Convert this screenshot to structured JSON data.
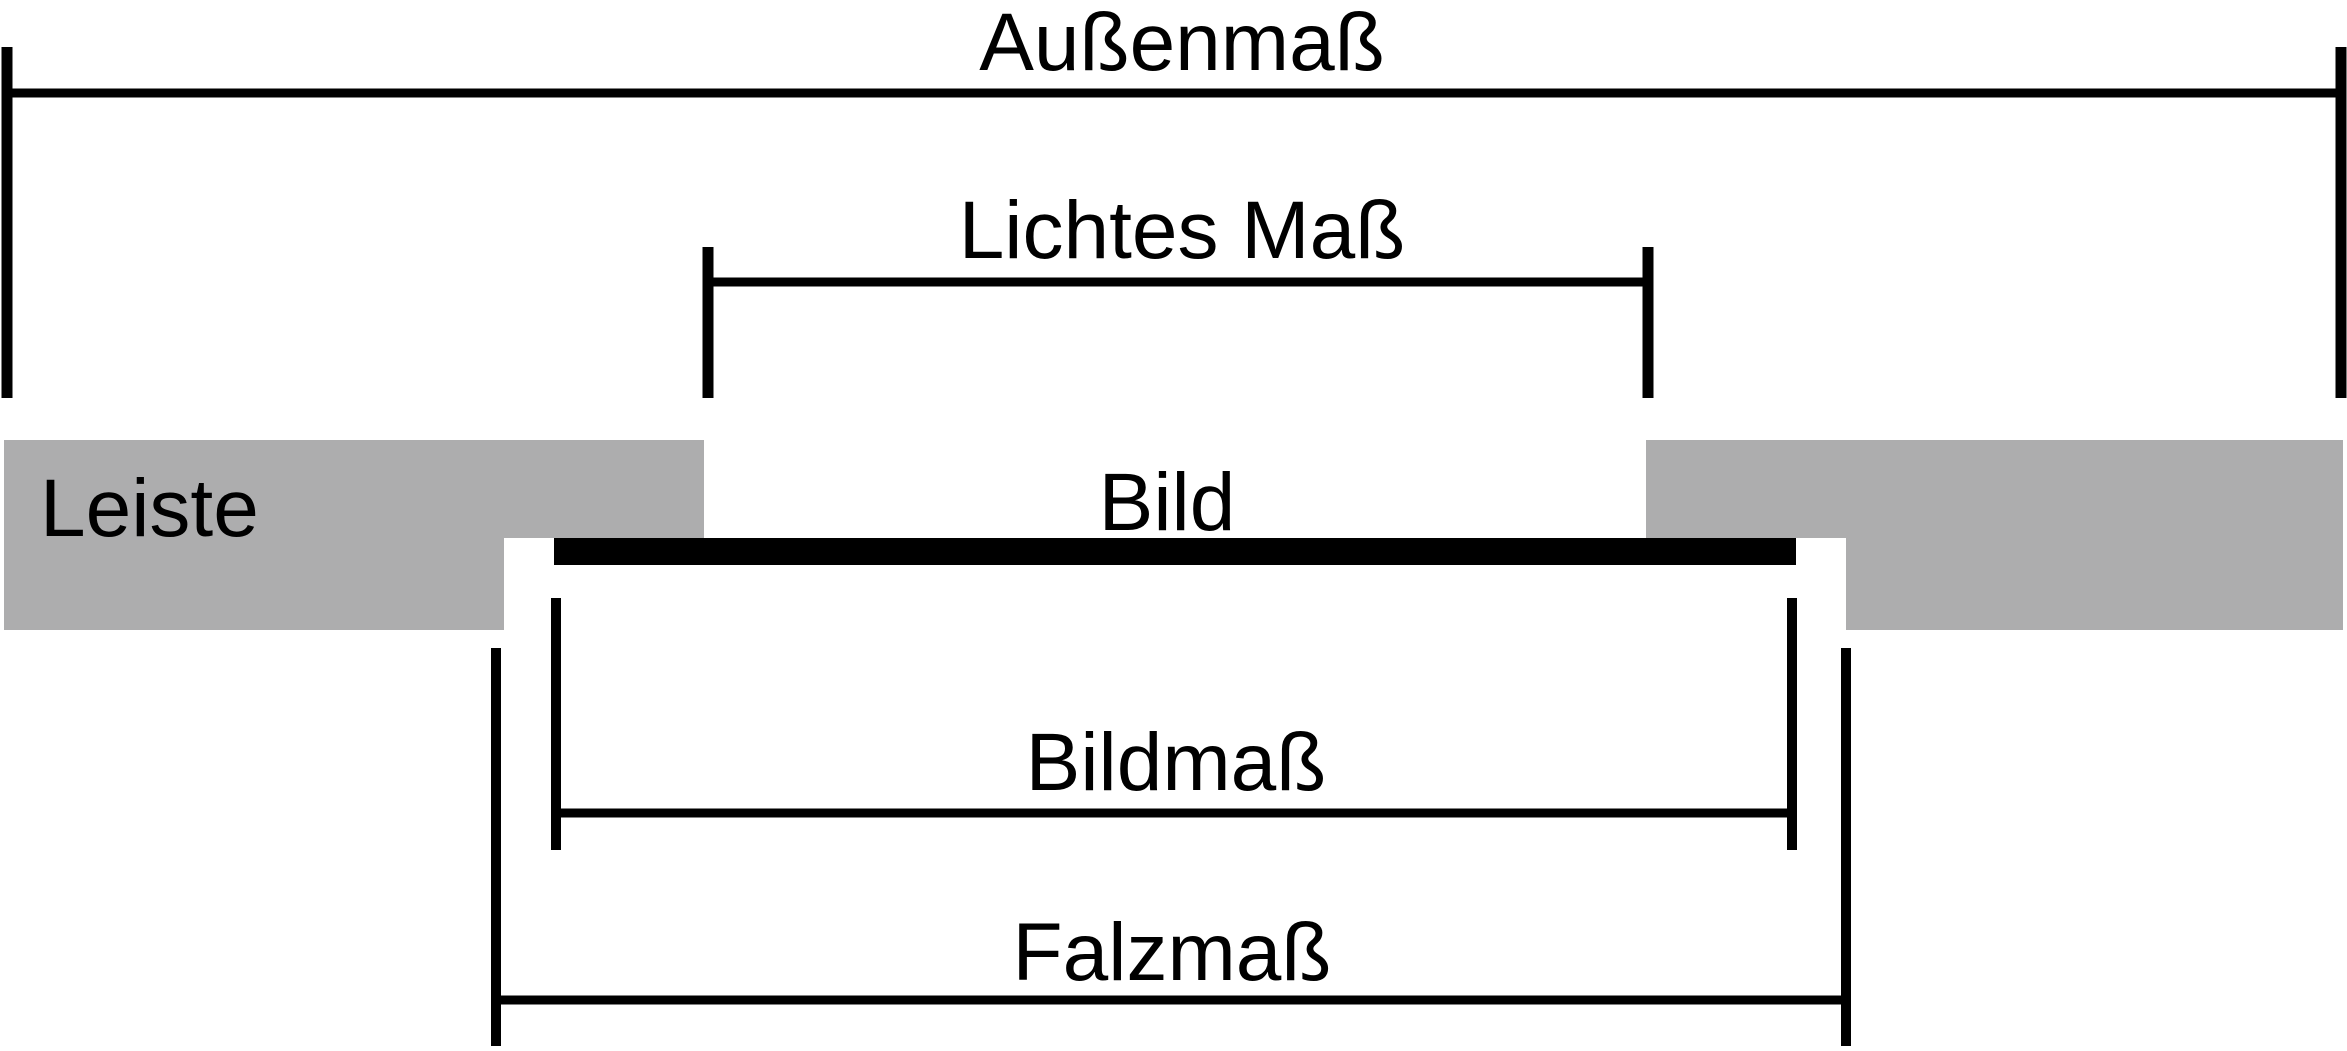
{
  "diagram": {
    "colors": {
      "frame": "#adadae",
      "line": "#000000",
      "background": "#ffffff"
    },
    "parts": {
      "frame_label": "Leiste",
      "picture_label": "Bild"
    },
    "dimensions": {
      "outer": "Außenmaß",
      "sight": "Lichtes Maß",
      "picture": "Bildmaß",
      "rebate": "Falzmaß"
    }
  }
}
